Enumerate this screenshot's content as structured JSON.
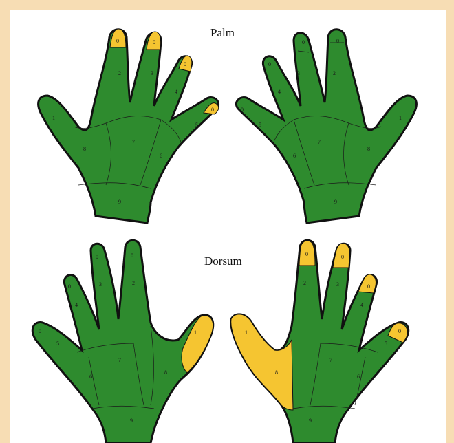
{
  "titles": {
    "palm": "Palm",
    "dorsum": "Dorsum"
  },
  "colors": {
    "page_background": "#f7ddb4",
    "panel_background": "#ffffff",
    "region_default": "#2e8b2e",
    "region_affected": "#f5c531",
    "outline": "#111111"
  },
  "hands": {
    "palm_left": {
      "region_labels": [
        "0",
        "0",
        "0",
        "0",
        "2",
        "3",
        "4",
        "5",
        "1",
        "8",
        "7",
        "6",
        "9"
      ],
      "affected": [
        "0"
      ]
    },
    "palm_right": {
      "region_labels": [
        "0",
        "0",
        "0",
        "0",
        "2",
        "3",
        "4",
        "5",
        "1",
        "8",
        "7",
        "6",
        "9"
      ],
      "affected": []
    },
    "dorsum_left": {
      "region_labels": [
        "0",
        "0",
        "0",
        "0",
        "2",
        "3",
        "4",
        "5",
        "1",
        "8",
        "7",
        "6",
        "9"
      ],
      "affected": [
        "1"
      ]
    },
    "dorsum_right": {
      "region_labels": [
        "0",
        "0",
        "0",
        "0",
        "2",
        "3",
        "4",
        "5",
        "1",
        "8",
        "7",
        "6",
        "9"
      ],
      "affected": [
        "0",
        "1",
        "8"
      ]
    }
  }
}
